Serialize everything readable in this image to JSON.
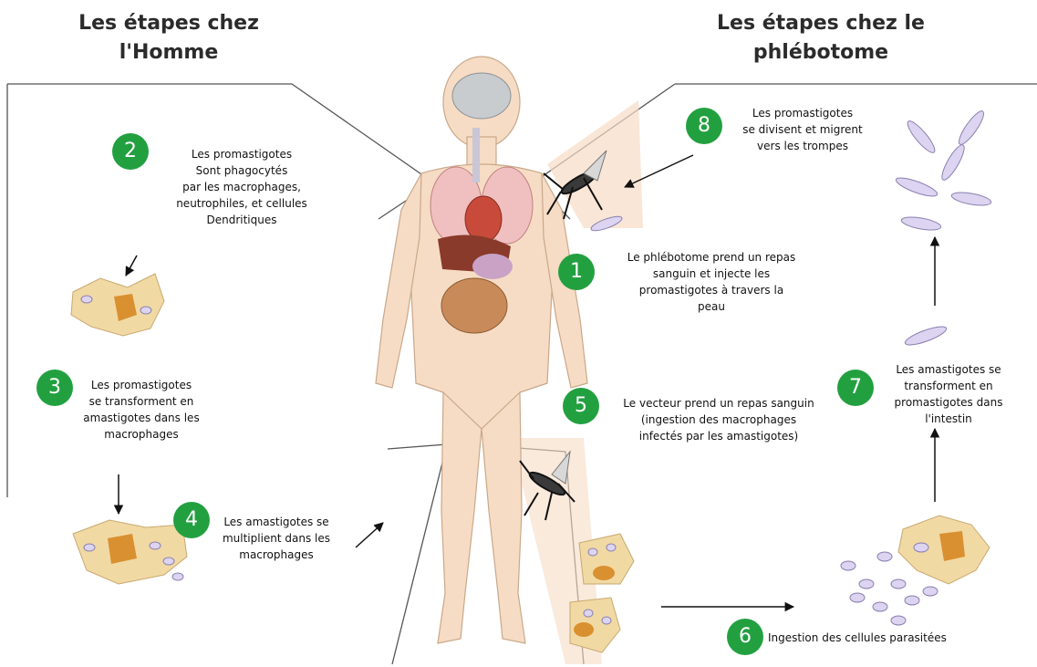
{
  "headings": {
    "human": "Les étapes chez\nl'Homme",
    "sandfly": "Les étapes chez le\nphlébotome"
  },
  "colors": {
    "badge": "#22a040",
    "body": "#f6dcc4",
    "cell": "#f1d9a4",
    "parasite": "#dcd4f0"
  },
  "steps": [
    {
      "number": "1",
      "text": "Le phlébotome  prend  un repas\nsanguin  et injecte  les\npromastigotes à travers  la\npeau"
    },
    {
      "number": "2",
      "text": "Les promastigotes\nSont phagocytés\npar les macrophages,\nneutrophiles,  et  cellules\nDendritiques"
    },
    {
      "number": "3",
      "text": "Les promastigotes\nse transforment  en\namastigotes dans les\nmacrophages"
    },
    {
      "number": "4",
      "text": "Les amastigotes se\nmultiplient  dans  les\nmacrophages"
    },
    {
      "number": "5",
      "text": "Le vecteur prend  un repas sanguin\n(ingestion  des macrophages\ninfectés par les amastigotes)"
    },
    {
      "number": "6",
      "text": "Ingestion des cellules parasitées"
    },
    {
      "number": "7",
      "text": "Les amastigotes se\ntransforment  en\npromastigotes dans\nl'intestin"
    },
    {
      "number": "8",
      "text": "Les promastigotes\nse divisent et migrent\nvers les trompes"
    }
  ]
}
